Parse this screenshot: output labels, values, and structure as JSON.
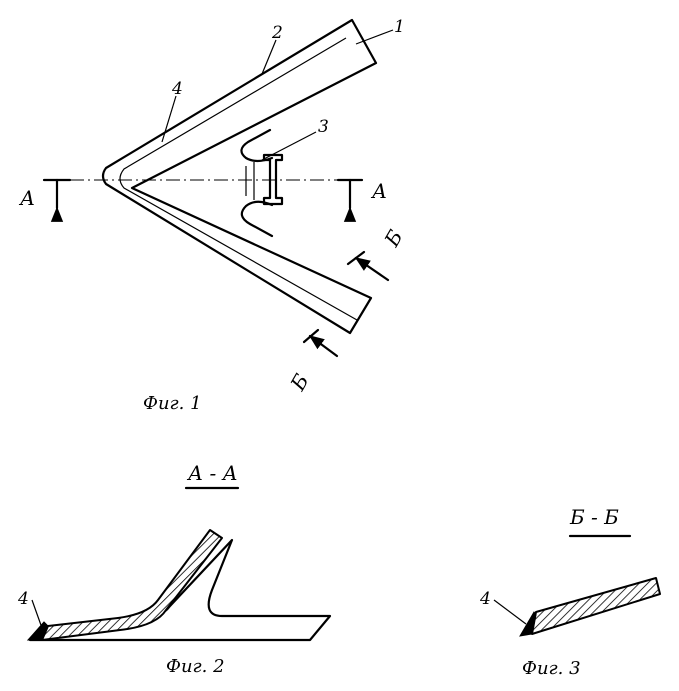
{
  "figure1": {
    "labels": {
      "part1": "1",
      "part2": "2",
      "part3": "3",
      "part4": "4"
    },
    "section_aa": {
      "left": "А",
      "right": "А"
    },
    "section_bb": {
      "upper": "Б",
      "lower": "Б"
    },
    "caption": "Фиг. 1"
  },
  "figure2": {
    "title": "А - А",
    "label4": "4",
    "caption": "Фиг. 2"
  },
  "figure3": {
    "title": "Б - Б",
    "label4": "4",
    "caption": "Фиг. 3"
  }
}
